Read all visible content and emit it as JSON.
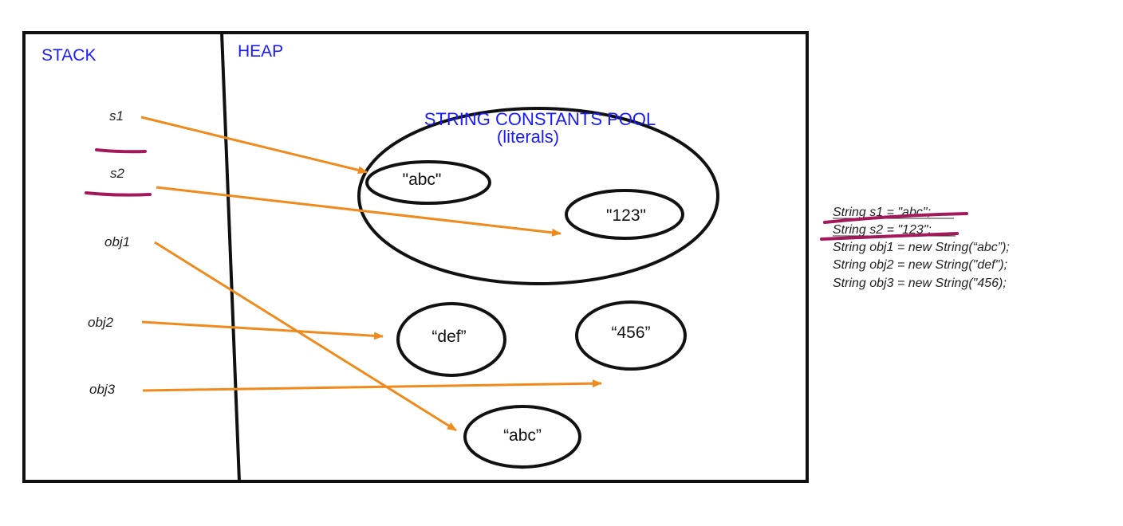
{
  "regions": {
    "stack_label": "STACK",
    "heap_label": "HEAP"
  },
  "pool": {
    "title": "STRING CONSTANTS POOL",
    "subtitle": "(literals)"
  },
  "variables": {
    "s1": "s1",
    "s2": "s2",
    "obj1": "obj1",
    "obj2": "obj2",
    "obj3": "obj3"
  },
  "objects": {
    "pool_abc": "\"abc\"",
    "pool_123": "\"123\"",
    "heap_def": "“def”",
    "heap_456": "“456”",
    "heap_abc": "“abc”"
  },
  "code": [
    "String s1 = \"abc\";",
    "String s2 = \"123\";",
    "String obj1 = new String(“abc”);",
    "String obj2 = new String(\"def\");",
    "String obj3 = new String(\"456);"
  ],
  "colors": {
    "arrow": "#f08a1c",
    "label": "#1a1aff",
    "highlight": "#a3195b"
  }
}
